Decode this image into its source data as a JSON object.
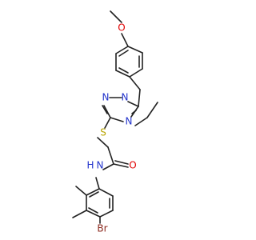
{
  "molecule": {
    "colors": {
      "bond": "#222222",
      "O": "#e00000",
      "N": "#2233cc",
      "S": "#b8a400",
      "Br": "#8b2a1f",
      "H": "#2233cc"
    },
    "labels": {
      "methoxy_o": "O",
      "triazole_n1": "N",
      "triazole_n2": "N",
      "triazole_n4": "N",
      "thioether_s": "S",
      "carbonyl_o": "O",
      "amide_n": "N",
      "amide_h": "H",
      "bromine": "Br"
    }
  }
}
